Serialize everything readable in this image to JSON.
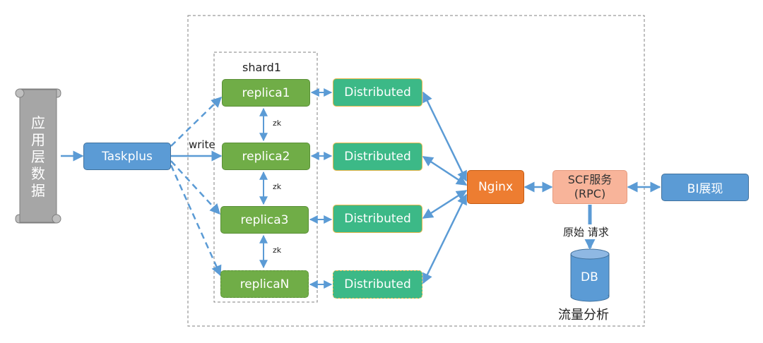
{
  "source": {
    "text": "应用层数据"
  },
  "taskplus": "Taskplus",
  "write_label": "write",
  "shard": {
    "title": "shard1",
    "replicas": [
      "replica1",
      "replica2",
      "replica3",
      "replicaN"
    ],
    "zk_label": "zk"
  },
  "distributed": [
    "Distributed",
    "Distributed",
    "Distributed",
    "Distributed"
  ],
  "nginx": "Nginx",
  "scf": {
    "line1": "SCF服务",
    "line2": "(RPC)"
  },
  "bi": "BI展现",
  "request_label": "原始 请求",
  "db": {
    "label": "DB",
    "caption": "流量分析"
  },
  "colors": {
    "arrow": "#5b9bd5",
    "replica": "#70ad47",
    "distributed": "#3cb987",
    "distributed_border": "#e8b64a",
    "nginx": "#ed7d31",
    "scf": "#f8b49a",
    "blue_box": "#5b9bd5",
    "scroll": "#a6a6a6"
  }
}
